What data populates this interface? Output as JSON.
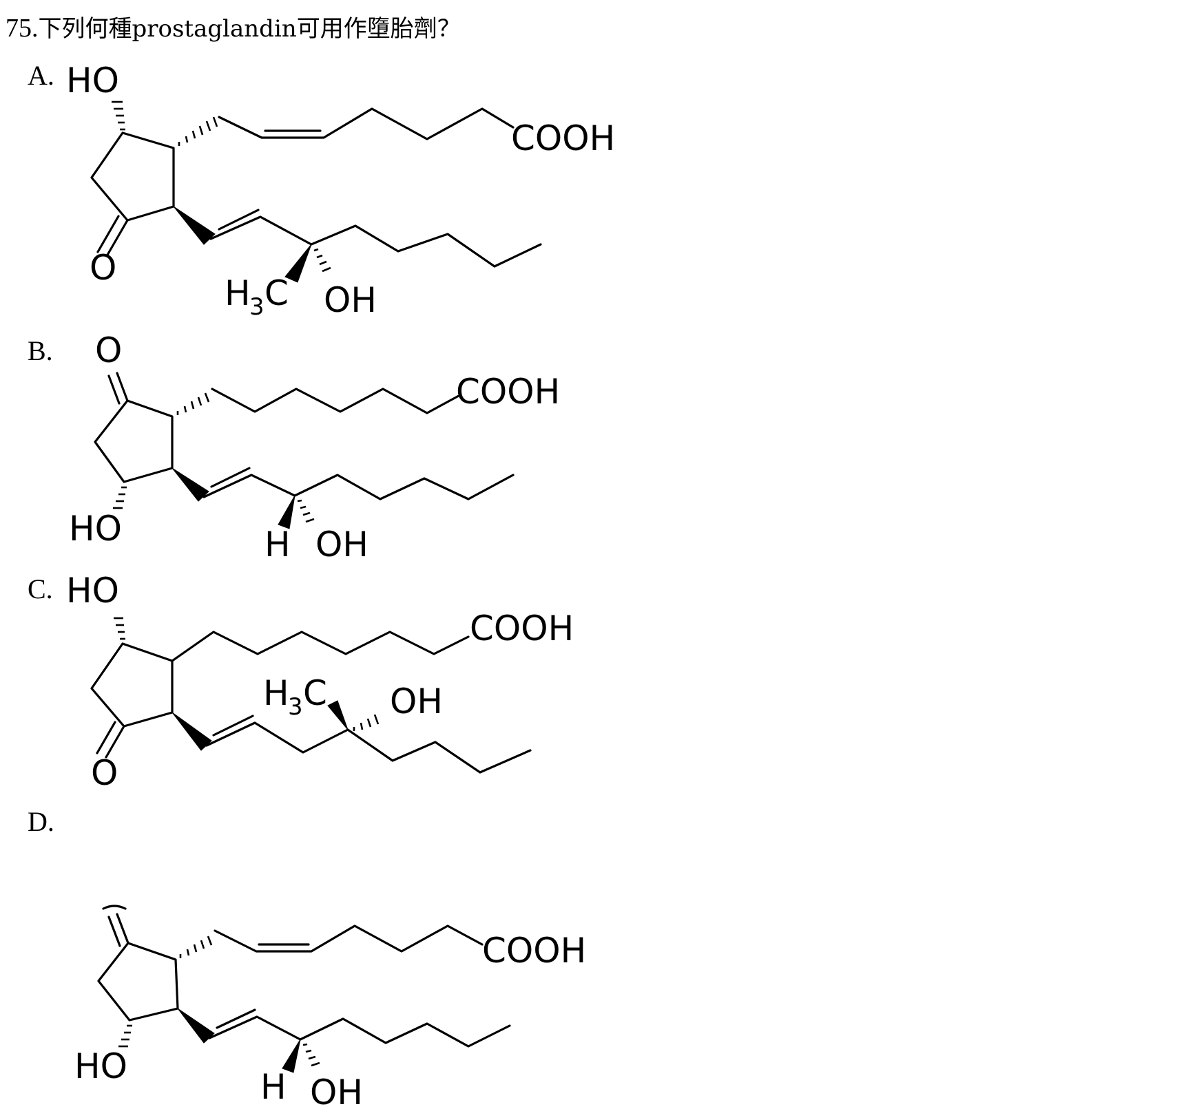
{
  "question": {
    "number": "75.",
    "text": "下列何種prostaglandin可用作墮胎劑？"
  },
  "options": [
    {
      "label": "A.",
      "atoms": {
        "top_ho": "HO",
        "cooh": "COOH",
        "ring_o": "O",
        "methyl_h3": "H",
        "methyl_sub": "3",
        "methyl_c": "C",
        "side_oh": "OH"
      }
    },
    {
      "label": "B.",
      "atoms": {
        "ring_o": "O",
        "cooh": "COOH",
        "ring_ho": "HO",
        "side_h": "H",
        "side_oh": "OH"
      }
    },
    {
      "label": "C.",
      "atoms": {
        "top_ho": "HO",
        "cooh": "COOH",
        "methyl_h3": "H",
        "methyl_sub": "3",
        "methyl_c": "C",
        "side_oh": "OH",
        "ring_o": "O"
      }
    },
    {
      "label": "D.",
      "atoms": {
        "cooh": "COOH",
        "ring_ho": "HO",
        "side_h": "H",
        "side_oh": "OH"
      }
    }
  ]
}
